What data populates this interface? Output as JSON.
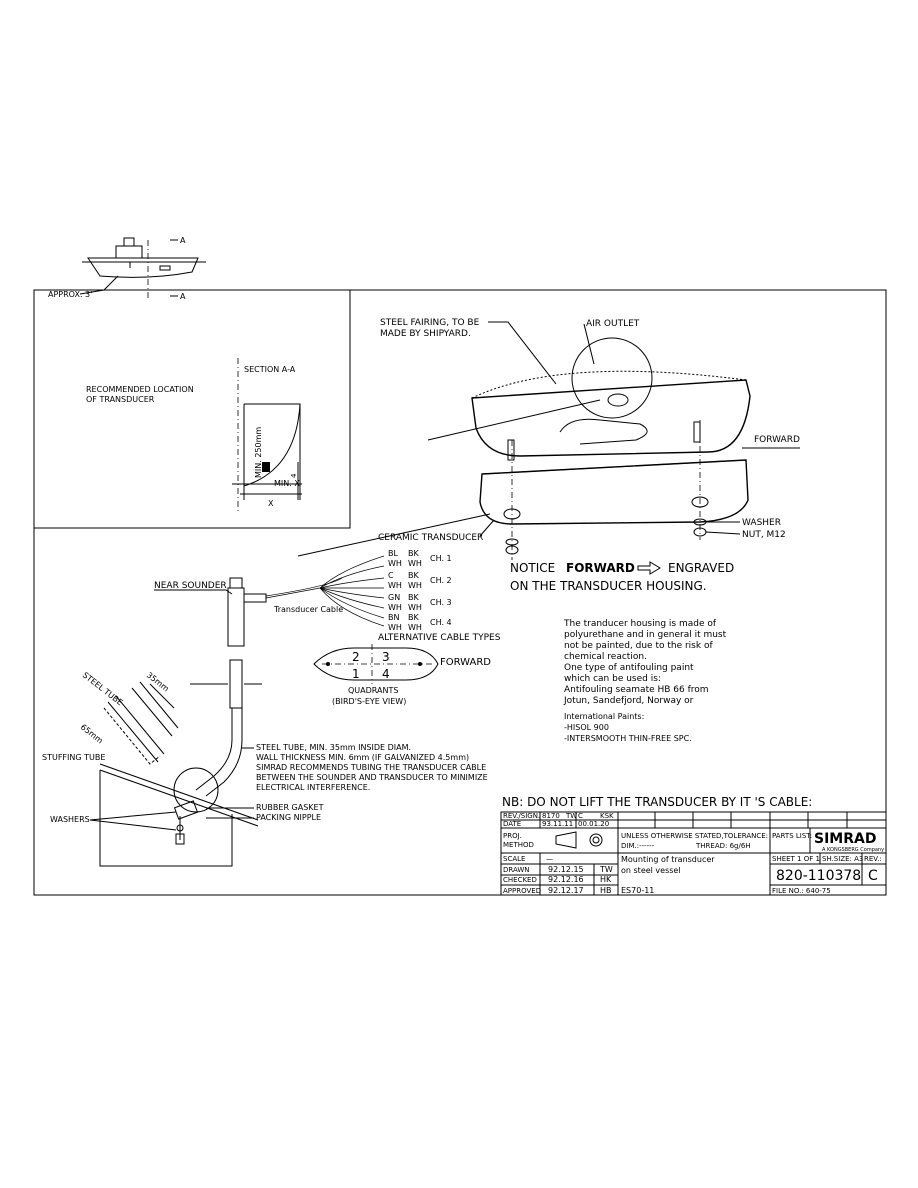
{
  "frame": {
    "inset": {
      "recommended_location": [
        "RECOMMENDED LOCATION",
        "OF TRANSDUCER"
      ],
      "section": "SECTION A-A",
      "approx": "APPROX. 3'",
      "section_marker": "A",
      "min_250": "MIN. 250mm",
      "min_x": "MIN. X",
      "min_x_den": "4",
      "x_label": "X"
    },
    "labels": {
      "steel_fairing": [
        "STEEL  FAIRING, TO BE",
        "MADE BY SHIPYARD."
      ],
      "air_outlet": "AIR OUTLET",
      "forward": "FORWARD",
      "ceramic_transducer": "CERAMIC TRANSDUCER",
      "washer": "WASHER",
      "nut": "NUT, M12",
      "near_sounder": "NEAR SOUNDER",
      "transducer_cable": "Transducer Cable",
      "alt_cable_types": "ALTERNATIVE CABLE TYPES",
      "quadrants": [
        "QUADRANTS",
        "(BIRD'S-EYE VIEW)"
      ],
      "quadrant_numbers": [
        "2",
        "3",
        "1",
        "4"
      ],
      "quadrant_forward": "FORWARD",
      "steel_tube": "STEEL TUBE",
      "dim_35": "35mm",
      "dim_65": "65mm",
      "stuffing_tube": "STUFFING TUBE",
      "washers": "WASHERS",
      "rubber_gasket": "RUBBER GASKET",
      "packing_nipple": "PACKING NIPPLE"
    },
    "cable_channels": [
      {
        "wires": [
          "BL",
          "WH"
        ],
        "shield": [
          "BK",
          "WH"
        ],
        "channel": "CH. 1"
      },
      {
        "wires": [
          "C",
          "WH"
        ],
        "shield": [
          "BK",
          "WH"
        ],
        "channel": "CH. 2"
      },
      {
        "wires": [
          "GN",
          "WH"
        ],
        "shield": [
          "BK",
          "WH"
        ],
        "channel": "CH. 3"
      },
      {
        "wires": [
          "BN",
          "WH"
        ],
        "shield": [
          "BK",
          "WH"
        ],
        "channel": "CH. 4"
      }
    ],
    "notice": {
      "line1_a": "NOTICE",
      "line1_b": "FORWARD",
      "line1_c": "ENGRAVED",
      "line2": "ON  THE  TRANSDUCER  HOUSING."
    },
    "paint_note": [
      "The tranducer housing is made of",
      "polyurethane and in general it must",
      "not be painted, due to the risk of",
      "chemical reaction.",
      "One type of antifouling paint",
      "which can be used is:",
      "Antifouling seamate HB 66 from",
      "Jotun, Sandefjord, Norway   or",
      "",
      "International Paints:",
      "-HISOL 900",
      "-INTERSMOOTH THIN-FREE SPC."
    ],
    "tube_note": [
      "STEEL TUBE, MIN. 35mm INSIDE DIAM.",
      "WALL THICKNESS MIN. 6mm (IF GALVANIZED 4.5mm)",
      "SIMRAD RECOMMENDS TUBING THE TRANSDUCER CABLE",
      "BETWEEN THE SOUNDER AND TRANSDUCER TO MINIMIZE",
      "ELECTRICAL INTERFERENCE."
    ],
    "nb": "NB:  DO  NOT  LIFT  THE  TRANSDUCER  BY  IT 'S  CABLE:"
  },
  "title_block": {
    "rev_sign_label": "REV./SIGN.",
    "rev_sign_1": "8170",
    "rev_sign_1b": "TW",
    "rev_sign_2": "C",
    "rev_sign_2b": "KSK",
    "date_label": "DATE",
    "date_1": "93.11.11",
    "date_2": "00.01.20",
    "proj_label": [
      "PROJ.",
      "METHOD"
    ],
    "tolerance": "UNLESS OTHERWISE STATED,TOLERANCE:",
    "dim": "DIM.:------",
    "thread": "THREAD: 6g/6H",
    "parts_list": "PARTS LIST:",
    "brand": "SIMRAD",
    "brand_sub": "A KONGSBERG Company",
    "scale_label": "SCALE",
    "scale_value": "—",
    "drawn_label": "DRAWN",
    "drawn_date": "92.12.15",
    "drawn_sign": "TW",
    "checked_label": "CHECKED",
    "checked_date": "92.12.16",
    "checked_sign": "HK",
    "approved_label": "APPROVED",
    "approved_date": "92.12.17",
    "approved_sign": "HB",
    "title_1": "Mounting of transducer",
    "title_2": "on steel vessel",
    "model": "ES70-11",
    "sheet": "SHEET  1  OF  1",
    "sh_size": "SH.SIZE: A3",
    "rev_label": "REV.:",
    "drawing_number": "820-110378",
    "revision": "C",
    "file_no": "FILE NO.: 640-75"
  }
}
